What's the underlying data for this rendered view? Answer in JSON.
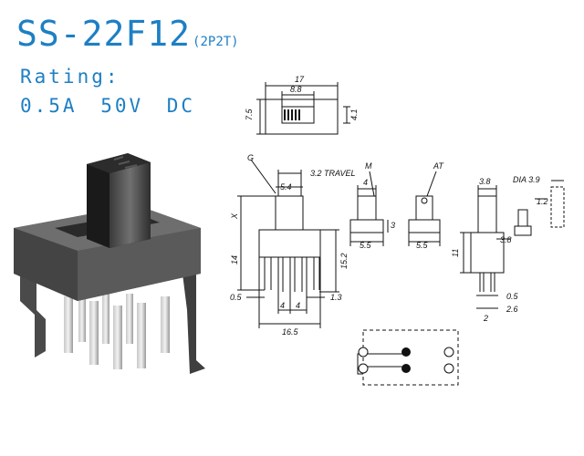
{
  "header": {
    "title": "SS-22F12",
    "type": "(2P2T)",
    "rating_label": "Rating:",
    "rating_value": "0.5A  50V  DC"
  },
  "top_view": {
    "width": "17",
    "slot": "8.8",
    "height": "7.5",
    "height2": "4.1"
  },
  "side_view": {
    "label_g": "G",
    "shaft_width": "5.4",
    "travel": "3.2 TRAVEL",
    "label_x": "X",
    "body_height": "14",
    "lead_height": "15.2",
    "lead_spacing_1": "4",
    "lead_spacing_2": "4",
    "overall_width": "16.5",
    "lead_width": "0.5",
    "lead_offset": "1.3"
  },
  "m_detail": {
    "label": "M",
    "top_width": "4",
    "height": "3",
    "base_width": "5.5"
  },
  "at_detail": {
    "label": "AT",
    "base_width": "5.5"
  },
  "end_view": {
    "top_width": "3.8",
    "shaft_height": "11",
    "base_width": "3.8",
    "lead_width": "0.5",
    "lead_spacing": "2.6",
    "lead_note": "2"
  },
  "dia_detail": {
    "label": "DIA 3.9",
    "height": "1.2"
  },
  "colors": {
    "title": "#1d7fc4",
    "line": "#111111"
  },
  "icons": {
    "contact_open": "circle-outline",
    "contact_closed": "circle-filled"
  }
}
